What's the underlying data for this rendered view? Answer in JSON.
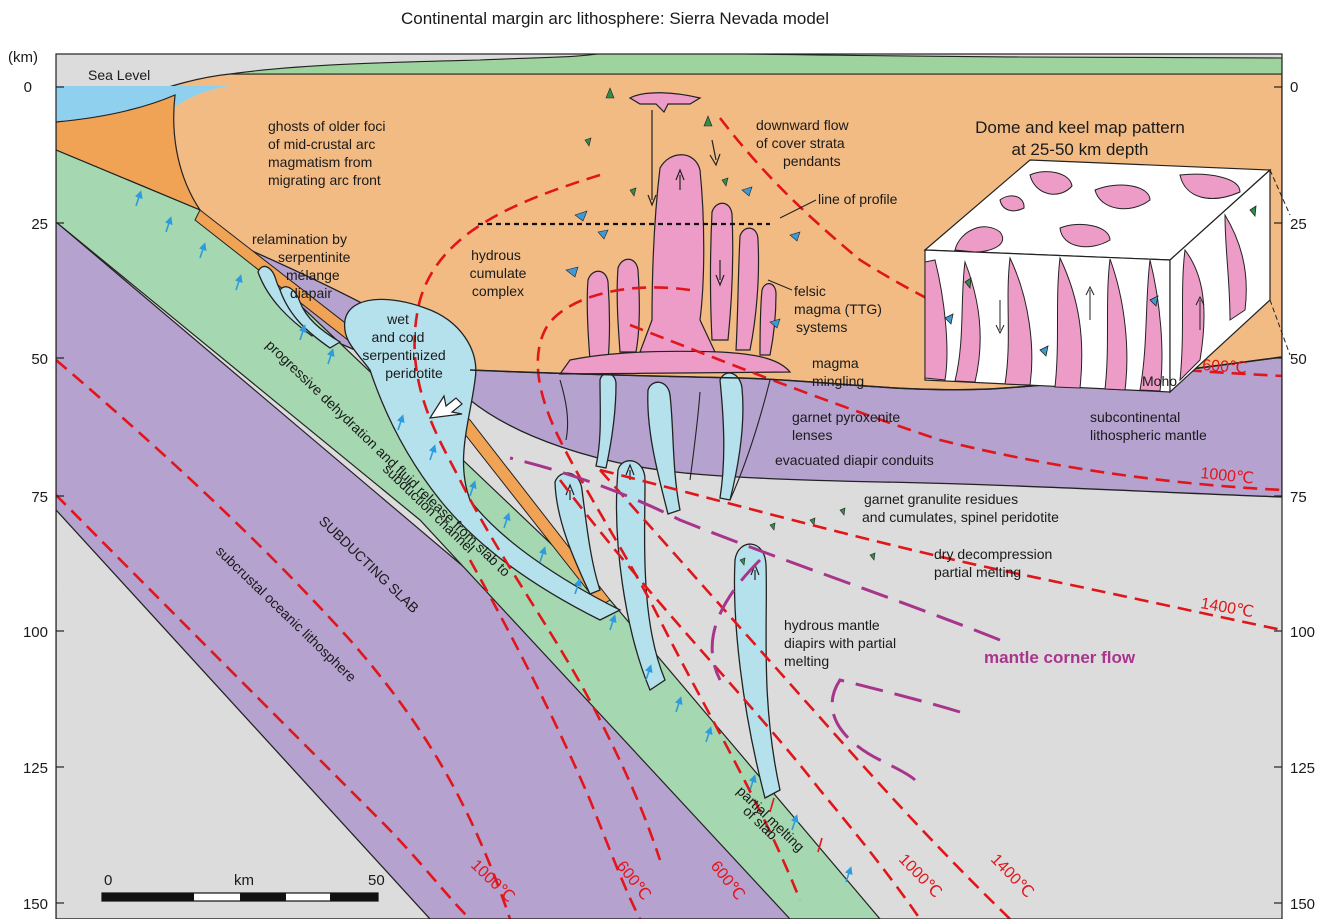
{
  "title": "Continental margin arc lithosphere: Sierra Nevada model",
  "axis": {
    "unit": "(km)",
    "left_ticks": [
      "0",
      "25",
      "50",
      "75",
      "100",
      "125",
      "150"
    ],
    "right_ticks": [
      "0",
      "25",
      "50",
      "75",
      "100",
      "125",
      "150"
    ]
  },
  "labels": {
    "sea_level": "Sea Level",
    "ghosts": [
      "ghosts of older foci",
      "of mid-crustal arc",
      "magmatism from",
      "migrating arc front"
    ],
    "relamination": [
      "relamination by",
      "serpentinite",
      "mélange",
      "diapair"
    ],
    "wet_cold": [
      "wet",
      "and cold",
      "serpentinized",
      "peridotite"
    ],
    "hydrous_cumulate": [
      "hydrous",
      "cumulate",
      "complex"
    ],
    "downward_flow": [
      "downward flow",
      "of cover strata",
      "pendants"
    ],
    "line_of_profile": "line of profile",
    "felsic": [
      "felsic",
      "magma (TTG)",
      "systems"
    ],
    "magma_mingling": [
      "magma",
      "mingling"
    ],
    "garnet_pyroxenite": [
      "garnet pyroxenite",
      "lenses"
    ],
    "moho": "Moho",
    "subcontinental": [
      "subcontinental",
      "lithospheric mantle"
    ],
    "evacuated": "evacuated diapir conduits",
    "garnet_granulite": [
      "garnet granulite residues",
      "and cumulates, spinel peridotite"
    ],
    "dry_decompression": [
      "dry decompression",
      "partial melting"
    ],
    "hydrous_mantle": [
      "hydrous mantle",
      "diapirs with partial",
      "melting"
    ],
    "mantle_corner_flow": "mantle corner flow",
    "progressive": "progressive dehydration and fluid release from slab to",
    "subduction_channel": "subduction channel",
    "subducting_slab": "SUBDUCTING SLAB",
    "subcrustal": "subcrustal oceanic lithosphere",
    "partial_melting_slab": [
      "partial melting",
      "of slab"
    ]
  },
  "inset": {
    "title": [
      "Dome and keel map pattern",
      "at 25-50 km depth"
    ]
  },
  "isotherms": {
    "t600_right": "600℃",
    "t1000_right": "1000℃",
    "t1400_right": "1400℃",
    "t1000_slab": "1000℃",
    "t600_slab_a": "600℃",
    "t600_slab_b": "600℃",
    "t1000_bottom": "1000℃",
    "t1400_bottom": "1400℃"
  },
  "scale_bar": {
    "start": "0",
    "unit": "km",
    "end": "50"
  },
  "colors": {
    "crust": "#f2bb83",
    "topography": "#9fd39d",
    "sea": "#8fd0ef",
    "lith_mantle": "#b6a2cf",
    "slab": "#a5d8b0",
    "channel": "#f0a355",
    "asthenosphere": "#dcdcdc",
    "diapir": "#b5e1ec",
    "felsic": "#ec9cc7",
    "isotherm": "#e0161b",
    "corner_flow": "#a8358c"
  }
}
